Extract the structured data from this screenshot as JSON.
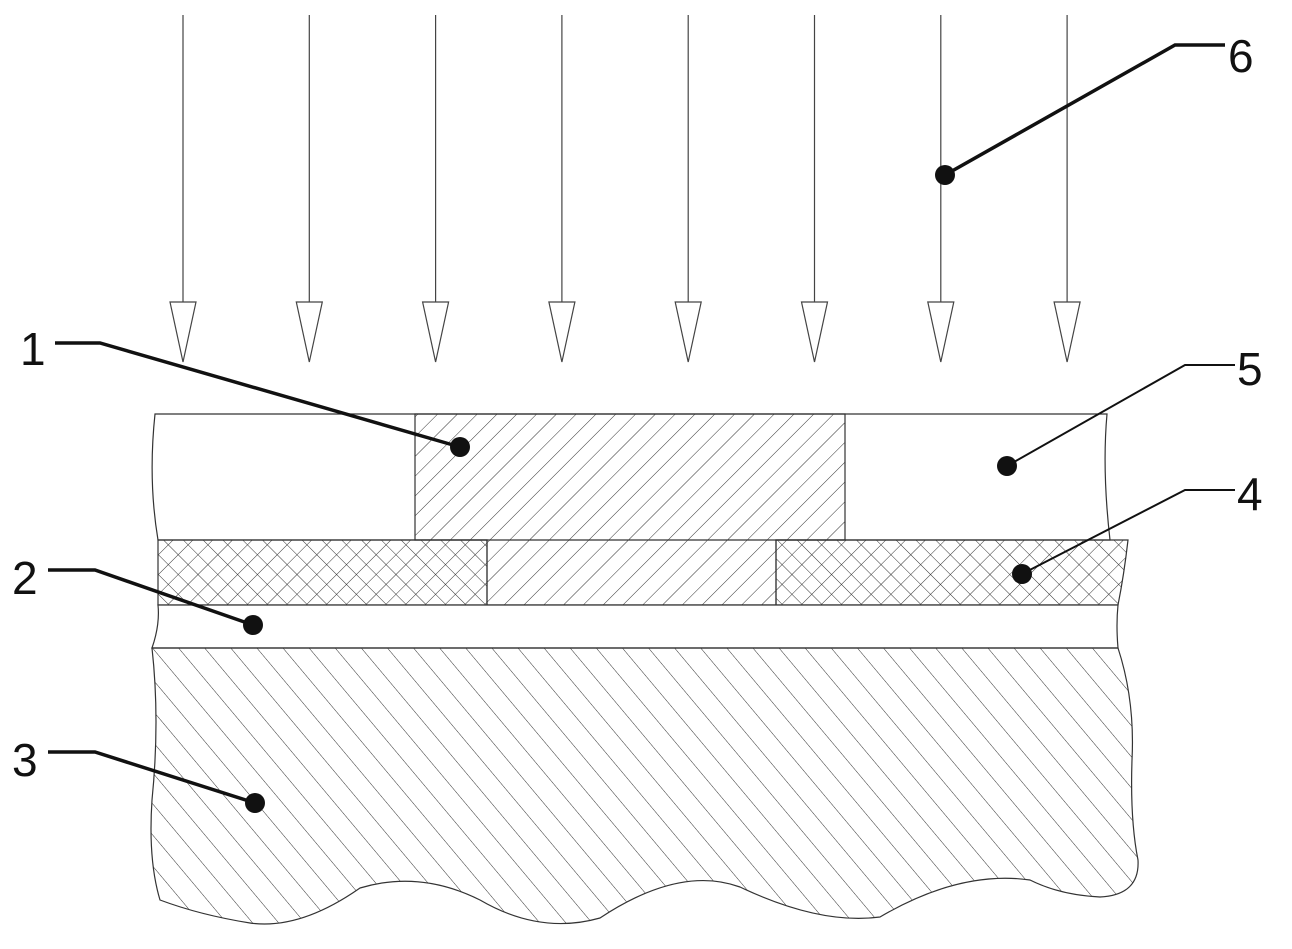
{
  "figure": {
    "labels": {
      "l1": "1",
      "l2": "2",
      "l3": "3",
      "l4": "4",
      "l5": "5",
      "l6": "6"
    },
    "arrow_count": 8,
    "colors": {
      "line": "#222222",
      "leader": "#111111",
      "background": "#ffffff"
    }
  }
}
